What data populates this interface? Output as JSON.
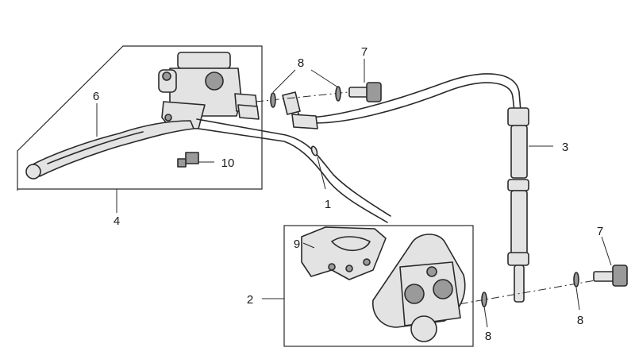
{
  "callouts": {
    "c1": "1",
    "c2": "2",
    "c3": "3",
    "c4": "4",
    "c6": "6",
    "c7a": "7",
    "c7b": "7",
    "c8a": "8",
    "c8b": "8",
    "c8c": "8",
    "c9": "9",
    "c10": "10"
  },
  "colors": {
    "line": "#2a2a2a",
    "part_fill": "#e3e3e3",
    "part_dark": "#9a9a9a",
    "background": "#ffffff"
  }
}
